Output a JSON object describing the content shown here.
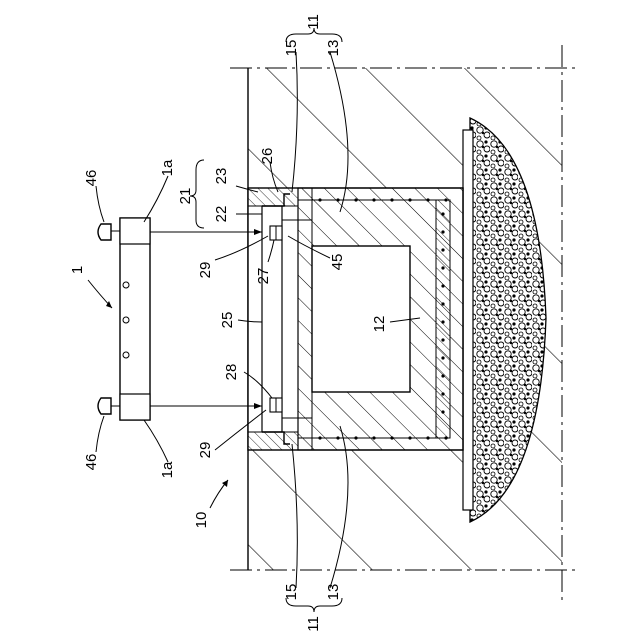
{
  "figure": {
    "labels": {
      "l11_top": "11",
      "l11_bottom": "11",
      "l15_top": "15",
      "l15_bottom": "15",
      "l13_top": "13",
      "l13_bottom": "13",
      "l23": "23",
      "l21": "21",
      "l22": "22",
      "l26": "26",
      "l29_top": "29",
      "l29_bottom": "29",
      "l27": "27",
      "l45": "45",
      "l25": "25",
      "l12": "12",
      "l28": "28",
      "l1a_top": "1a",
      "l1a_bottom": "1a",
      "l46_top": "46",
      "l46_bottom": "46",
      "l1": "1",
      "l10": "10"
    }
  }
}
